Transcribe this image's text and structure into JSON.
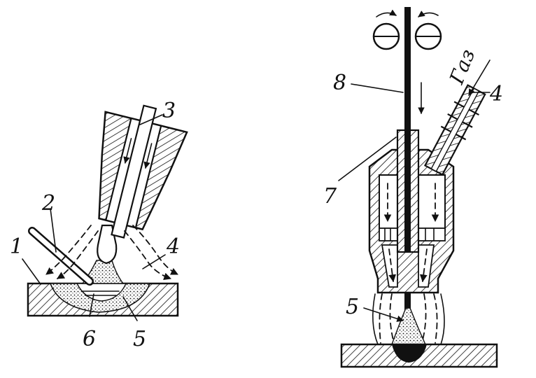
{
  "left_diagram": {
    "labels": {
      "l1": "1",
      "l2": "2",
      "l3": "3",
      "l4": "4",
      "l5": "5",
      "l6": "6"
    }
  },
  "right_diagram": {
    "labels": {
      "l4": "4",
      "l5": "5",
      "l7": "7",
      "l8": "8",
      "gas": "Газ"
    }
  }
}
